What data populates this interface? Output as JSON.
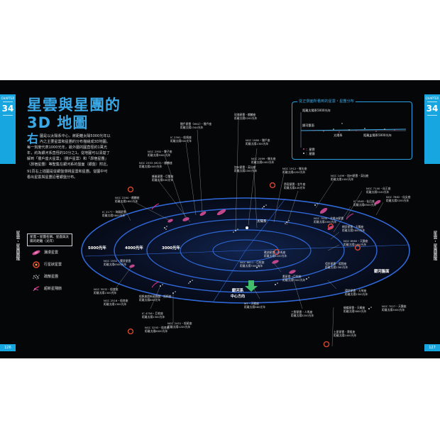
{
  "tabs": {
    "left": {
      "series": "CHAPTER",
      "number": "34",
      "side": "星雲・星團圖鑑",
      "page": "126"
    },
    "right": {
      "series": "CHAPTER",
      "number": "34",
      "side": "星雲・星團圖鑑",
      "page": "127"
    }
  },
  "title_line1": "星雲與星團的",
  "title_line2": "3D 地圖",
  "intro": {
    "dropcap": "右",
    "para1": "圖是以太陽系中心，將距離太陽5000光年以內之主要星雲和星團的分布描繪成3D地圖。每一刻度代表1000光年，最外圍的圓直徑約1萬光年，約為銀河系直徑的10分之1。從地圖可以清楚了解到「獵戶座大星雲」（獵戶星雲）和「昴宿星團」（昴宿星團）等聖集在銀河系的盤面（銀盤）附近。",
    "para2": "91頁右上插圖是從銀盤側視星雲和星團。從圖中可看出星雲與星團沿著銀盤分布。"
  },
  "legend": {
    "heading": "星雲・星團名稱、星座與太陽的距離（光年）",
    "items": [
      {
        "label": "瀰漫星雲",
        "icon": "diffuse-nebula-icon",
        "color": "#c2468c"
      },
      {
        "label": "行星狀星雲",
        "icon": "planetary-nebula-icon",
        "color": "#d9462e"
      },
      {
        "label": "疏散星團",
        "icon": "open-cluster-icon",
        "color": "#c8c8c8"
      },
      {
        "label": "超新星殘骸",
        "icon": "supernova-remnant-icon",
        "color": "#d8308a"
      }
    ]
  },
  "inset": {
    "title": "從正側面所看到的星雲・星團分布",
    "labels": {
      "top": "距離太陽系5000光年",
      "right": "距離太陽系5000光年",
      "disk": "銀河盤面",
      "sun": "太陽系",
      "legend_top": "：星雲",
      "legend_bottom": "：星團"
    }
  },
  "rings": [
    "5000光年",
    "4000光年",
    "3000光年"
  ],
  "center": {
    "line1": "銀河系",
    "line2": "中心方向"
  },
  "galaxy_disk": "銀河盤面",
  "sun": "太陽系",
  "objects": [
    {
      "name": "獵戶星雲（M42）・獵戶座",
      "distance": "距離太陽1344光年"
    },
    {
      "name": "IC 2391・船帆座",
      "distance": "距離太陽500光年"
    },
    {
      "name": "NGC 2392・雙子座",
      "distance": "距離太陽3000光年"
    },
    {
      "name": "NGC 2353 (M23)・麒麟座",
      "distance": "距離太陽4000光年"
    },
    {
      "name": "蜂巢星團・巨蟹座",
      "distance": "距離太陽500光年"
    },
    {
      "name": "NGC 2264・麒麟座",
      "distance": "距離太陽2600光年"
    },
    {
      "name": "IC 2177・海鷗星雲",
      "distance": "距離太陽3800光年"
    },
    {
      "name": "NGC 1952・蟹狀星雲",
      "distance": "距離太陽6500光年"
    },
    {
      "name": "玫瑰星雲・麒麟座",
      "distance": "距離太陽5200光年"
    },
    {
      "name": "NGC 1980・獵戶座",
      "distance": "距離太陽1300光年"
    },
    {
      "name": "NGC 2099・御夫座",
      "distance": "距離太陽4400光年"
    },
    {
      "name": "加州星雲・英仙座",
      "distance": "距離太陽1000光年"
    },
    {
      "name": "昴宿星團・金牛座",
      "distance": "距離太陽440光年"
    },
    {
      "name": "NGC 1912・御夫座",
      "distance": "距離太陽4200光年"
    },
    {
      "name": "NGC 1499・加州星雲・英仙座",
      "distance": "距離太陽1000光年"
    },
    {
      "name": "NGC 7140・仙王座",
      "distance": "距離太陽3100光年"
    },
    {
      "name": "NGC 7662・仙女座",
      "distance": "距離太陽3200光年"
    },
    {
      "name": "IC 1848・仙后座",
      "distance": "距離太陽6500光年"
    },
    {
      "name": "NGC 7000・北美洲星雲",
      "distance": "距離太陽2000光年"
    },
    {
      "name": "網狀星雲・天鵝座",
      "distance": "距離太陽2600光年"
    },
    {
      "name": "NGC 6960・天鵝座",
      "distance": "距離太陽2400光年"
    },
    {
      "name": "NGC 7027・天鵝座",
      "distance": "距離太陽3000光年"
    },
    {
      "name": "啞鈴星雲・狐狸座",
      "distance": "距離太陽1360光年"
    },
    {
      "name": "環狀星雲・天琴座",
      "distance": "距離太陽2300光年"
    },
    {
      "name": "鷹星雲・巨蛇座",
      "distance": "距離太陽7000光年"
    },
    {
      "name": "三裂星雲・人馬座",
      "distance": "距離太陽5200光年"
    },
    {
      "name": "礁湖星雲・人馬座",
      "distance": "距離太陽4100光年"
    },
    {
      "name": "NGC 6611・巨蛇座",
      "distance": "距離太陽7000光年"
    },
    {
      "name": "M7・天蠍座",
      "distance": "距離太陽980光年"
    },
    {
      "name": "NGC 3532・船底座",
      "distance": "距離太陽1300光年"
    },
    {
      "name": "船帆座超新星殘骸・船帆座",
      "distance": "距離太陽800光年"
    },
    {
      "name": "NGC 2516・船底座",
      "distance": "距離太陽1300光年"
    },
    {
      "name": "IC 4756・巨蛇座",
      "distance": "距離太陽1300光年"
    },
    {
      "name": "NGC 3293・船底座",
      "distance": "距離太陽8000光年"
    },
    {
      "name": "NGC 2451・船尾座",
      "distance": "距離太陽1200光年"
    },
    {
      "name": "土星星雲・寶瓶座",
      "distance": "距離太陽2400光年"
    },
    {
      "name": "蝴蝶星雲・天蠍座",
      "distance": "距離太陽3800光年"
    }
  ]
}
